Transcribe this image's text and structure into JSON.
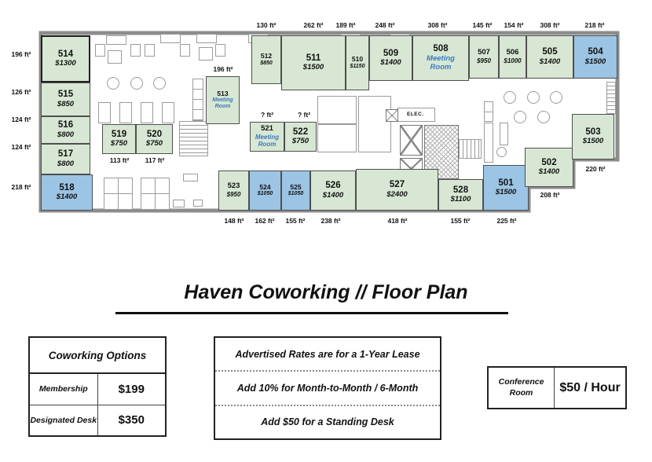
{
  "title": "Haven Coworking // Floor Plan",
  "colors": {
    "room_green": "#d7e7d3",
    "room_blue": "#9cc4e4",
    "meeting_text_blue": "#3a7abf",
    "wall_gray": "#8c8c8c"
  },
  "floor_plan": {
    "elec_label": "ELEC.",
    "rooms": [
      {
        "number": "514",
        "price": "$1300",
        "area": "196 ft²",
        "highlight": "green"
      },
      {
        "number": "515",
        "price": "$850",
        "area": "126 ft²",
        "highlight": "green"
      },
      {
        "number": "516",
        "price": "$800",
        "area": "124 ft²",
        "highlight": "green"
      },
      {
        "number": "517",
        "price": "$800",
        "area": "124 ft²",
        "highlight": "green"
      },
      {
        "number": "518",
        "price": "$1400",
        "area": "218 ft²",
        "highlight": "blue"
      },
      {
        "number": "512",
        "price": "$850",
        "area": "130 ft²",
        "highlight": "green"
      },
      {
        "number": "511",
        "price": "$1500",
        "area": "262 ft²",
        "highlight": "green"
      },
      {
        "number": "510",
        "price": "$1150",
        "area": "189 ft²",
        "highlight": "green"
      },
      {
        "number": "509",
        "price": "$1400",
        "area": "248 ft²",
        "highlight": "green"
      },
      {
        "number": "508",
        "price": "Meeting Room",
        "area": "308 ft²",
        "highlight": "green",
        "meeting": true
      },
      {
        "number": "507",
        "price": "$950",
        "area": "145 ft²",
        "highlight": "green"
      },
      {
        "number": "506",
        "price": "$1000",
        "area": "154 ft²",
        "highlight": "green"
      },
      {
        "number": "505",
        "price": "$1400",
        "area": "308 ft²",
        "highlight": "green"
      },
      {
        "number": "504",
        "price": "$1500",
        "area": "218 ft²",
        "highlight": "blue"
      },
      {
        "number": "513",
        "price": "Meeting Room",
        "area": "196 ft²",
        "highlight": "green",
        "meeting": true
      },
      {
        "number": "519",
        "price": "$750",
        "area": "113 ft²",
        "highlight": "green"
      },
      {
        "number": "520",
        "price": "$750",
        "area": "117 ft²",
        "highlight": "green"
      },
      {
        "number": "521",
        "price": "Meeting Room",
        "area": "? ft²",
        "highlight": "green",
        "meeting": true
      },
      {
        "number": "522",
        "price": "$750",
        "area": "? ft²",
        "highlight": "green"
      },
      {
        "number": "523",
        "price": "$950",
        "area": "148 ft²",
        "highlight": "green"
      },
      {
        "number": "524",
        "price": "$1050",
        "area": "162 ft²",
        "highlight": "blue"
      },
      {
        "number": "525",
        "price": "$1050",
        "area": "155 ft²",
        "highlight": "blue"
      },
      {
        "number": "526",
        "price": "$1400",
        "area": "238 ft²",
        "highlight": "green"
      },
      {
        "number": "527",
        "price": "$2400",
        "area": "418 ft²",
        "highlight": "green"
      },
      {
        "number": "528",
        "price": "$1100",
        "area": "155 ft²",
        "highlight": "green"
      },
      {
        "number": "501",
        "price": "$1500",
        "area": "225 ft²",
        "highlight": "blue"
      },
      {
        "number": "502",
        "price": "$1400",
        "area": "208 ft²",
        "highlight": "green"
      },
      {
        "number": "503",
        "price": "$1500",
        "area": "220 ft²",
        "highlight": "green"
      }
    ]
  },
  "options_table": {
    "header": "Coworking Options",
    "rows": [
      {
        "label": "Membership",
        "value": "$199"
      },
      {
        "label": "Designated Desk",
        "value": "$350"
      }
    ]
  },
  "rates_box": {
    "lines": [
      "Advertised Rates are for a 1-Year Lease",
      "Add 10% for Month-to-Month / 6-Month",
      "Add $50 for a Standing Desk"
    ]
  },
  "conference_box": {
    "label": "Conference Room",
    "value": "$50 / Hour"
  }
}
